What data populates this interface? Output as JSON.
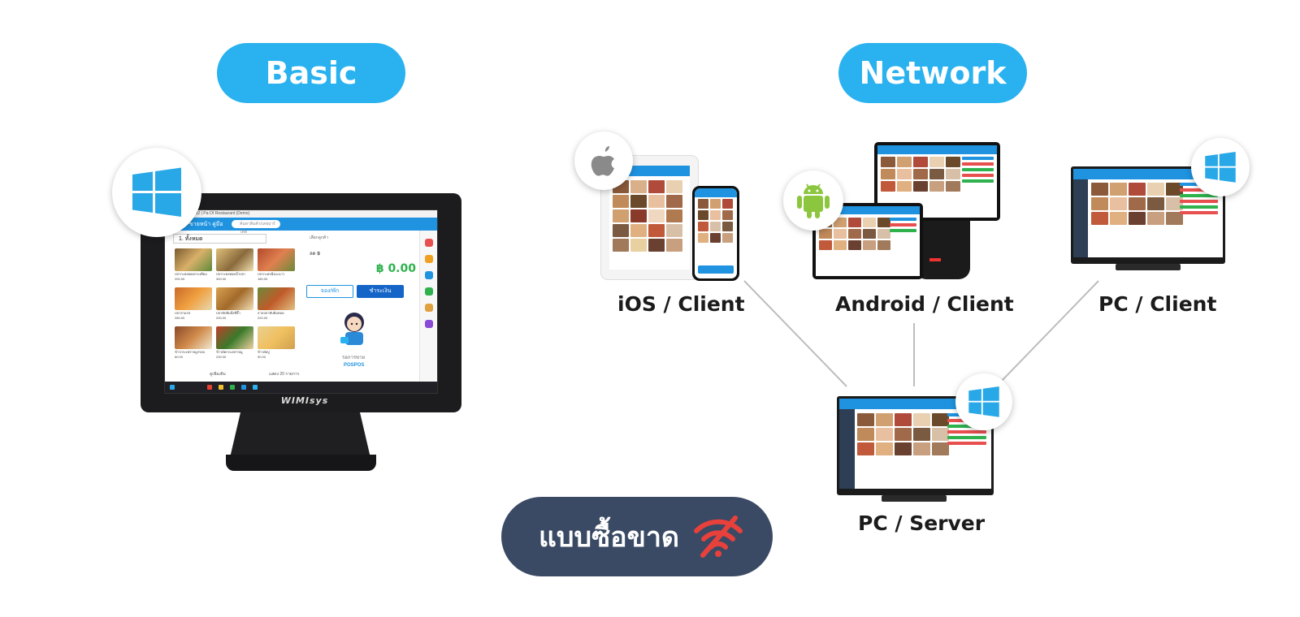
{
  "pills": {
    "basic": "Basic",
    "network": "Network"
  },
  "bottom_badge": {
    "text": "แบบซื้อขาด",
    "icon": "no-wifi-icon",
    "icon_color": "#e8413c"
  },
  "devices": {
    "ios_client": "iOS / Client",
    "android_client": "Android / Client",
    "pc_client": "PC / Client",
    "pc_server": "PC / Server"
  },
  "monitor": {
    "brand": "WIMIsys",
    "screen": {
      "title": "POSPOS 5.10.82 | Pa-Of Restaurant (Demo)",
      "nav_items": [
        "ขายหน้า",
        "คู่มือ"
      ],
      "search_placeholder": "ค้นหาสินค้า/เลขบาร์โค้ด",
      "category": "1. ทั้งหมด",
      "customer": "เลือกลูกค้า",
      "total_label": "ลด ฿",
      "total": "฿ 0.00",
      "hold_button": "จอง/พัก",
      "pay_button": "ชำระเงิน",
      "waiting": "รอการขาย",
      "logo": "POSPOS",
      "footer_left": "ดูเพิ่มเติม",
      "footer_right": "แสดง 20 รายการ",
      "items": [
        {
          "name": "ปลากะพงทอดกระเทียม",
          "price": "200.00"
        },
        {
          "name": "ปลากะพงทอดน้ำปลา",
          "price": "300.00"
        },
        {
          "name": "ปลากะพงนึ่งมะนาว",
          "price": "180.00"
        },
        {
          "name": "ปลาสามรส",
          "price": "280.00"
        },
        {
          "name": "ปลาทับทิมนึ่งซีอิ๊ว",
          "price": "200.00"
        },
        {
          "name": "ลาบปลาทับทิมทอด",
          "price": "220.00"
        },
        {
          "name": "ข้าวกระเพราหมูกรอบ",
          "price": "60.00"
        },
        {
          "name": "ข้าวผัดกระเพราหมู",
          "price": "230.00"
        },
        {
          "name": "ข้าวผัดปู",
          "price": "90.00"
        }
      ]
    }
  },
  "colors": {
    "pill": "#29b2ef",
    "bottom_pill": "#3a4a64",
    "screen_accent": "#1f93e0",
    "total_green": "#2fb24d",
    "windows_blue": "#29a8e8",
    "android_green": "#8cc63f",
    "apple_gray": "#8a8a8a"
  },
  "badge_icons": {
    "basic_monitor": "windows-icon",
    "ios": "apple-icon",
    "android": "android-icon",
    "pc_client": "windows-icon",
    "pc_server": "windows-icon"
  }
}
